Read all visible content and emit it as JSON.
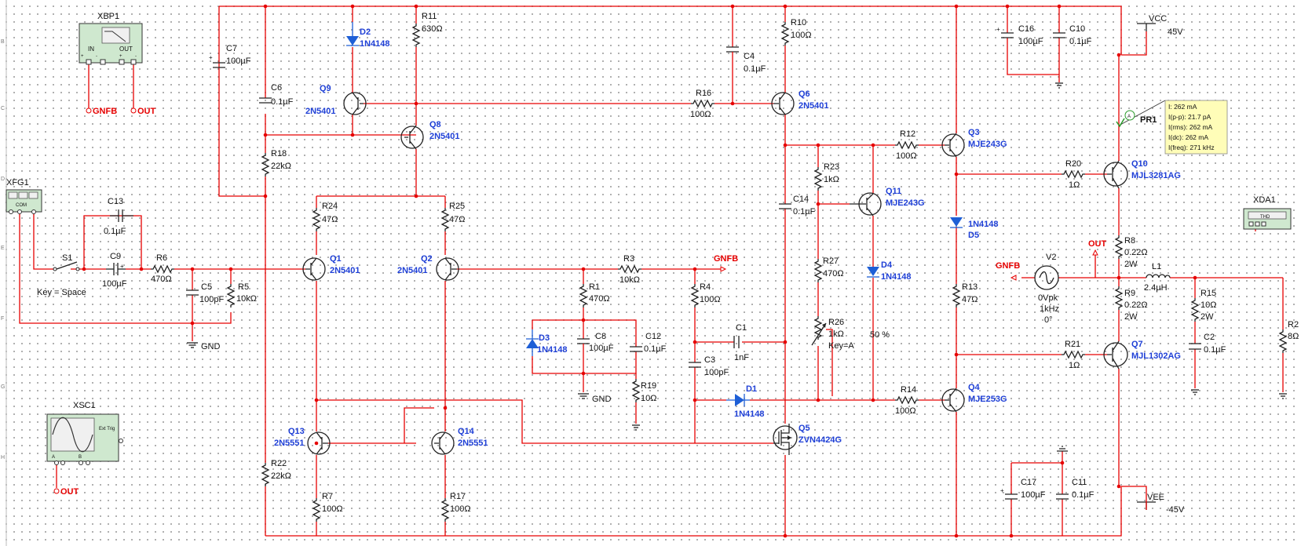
{
  "instruments": {
    "xbp1": {
      "name": "XBP1",
      "in": "IN",
      "out": "OUT",
      "plus": "+",
      "minus": "-"
    },
    "xfg1": {
      "name": "XFG1",
      "com": "COM"
    },
    "xsc1": {
      "name": "XSC1",
      "ext_trig": "Ext Trig",
      "a": "A",
      "b": "B"
    },
    "xda1": {
      "name": "XDA1",
      "thd": "THD"
    },
    "pr1": {
      "name": "PR1",
      "symbol": "A",
      "lines": [
        "I: 262 mA",
        "I(p-p): 21.7 pA",
        "I(rms): 262 mA",
        "I(dc): 262 mA",
        "I(freq): 271 kHz"
      ]
    }
  },
  "net_labels": {
    "gnfb_left": "GNFB",
    "out_left": "OUT",
    "gnd_left": "GND",
    "out_scope": "OUT",
    "gnfb_mid": "GNFB",
    "gnd_mid": "GND",
    "gnfb_right": "GNFB",
    "out_right": "OUT",
    "vcc": "VCC",
    "vcc_value": "45V",
    "vee": "VEE",
    "vee_value": "-45V"
  },
  "switch": {
    "name": "S1",
    "key": "Key = Space"
  },
  "components": {
    "C7": {
      "ref": "C7",
      "value": "100µF"
    },
    "C6": {
      "ref": "C6",
      "value": "0.1µF"
    },
    "D2": {
      "ref": "D2",
      "value": "1N4148"
    },
    "R11": {
      "ref": "R11",
      "value": "630Ω"
    },
    "Q9": {
      "ref": "Q9",
      "value": "2N5401"
    },
    "Q8": {
      "ref": "Q8",
      "value": "2N5401"
    },
    "R18": {
      "ref": "R18",
      "value": "22kΩ"
    },
    "C4": {
      "ref": "C4",
      "value": "0.1µF"
    },
    "R16": {
      "ref": "R16",
      "value": "100Ω"
    },
    "R10": {
      "ref": "R10",
      "value": "100Ω"
    },
    "Q6": {
      "ref": "Q6",
      "value": "2N5401"
    },
    "C16": {
      "ref": "C16",
      "value": "100µF"
    },
    "C10": {
      "ref": "C10",
      "value": "0.1µF"
    },
    "C13": {
      "ref": "C13",
      "value": "0.1µF"
    },
    "C9": {
      "ref": "C9",
      "value": "100µF"
    },
    "R6": {
      "ref": "R6",
      "value": "470Ω"
    },
    "C5": {
      "ref": "C5",
      "value": "100pF"
    },
    "R5": {
      "ref": "R5",
      "value": "10kΩ"
    },
    "R24": {
      "ref": "R24",
      "value": "47Ω"
    },
    "R25": {
      "ref": "R25",
      "value": "47Ω"
    },
    "Q1": {
      "ref": "Q1",
      "value": "2N5401"
    },
    "Q2": {
      "ref": "Q2",
      "value": "2N5401"
    },
    "R3": {
      "ref": "R3",
      "value": "10kΩ"
    },
    "R1": {
      "ref": "R1",
      "value": "470Ω"
    },
    "R4": {
      "ref": "R4",
      "value": "100Ω"
    },
    "D3": {
      "ref": "D3",
      "value": "1N4148"
    },
    "C8": {
      "ref": "C8",
      "value": "100µF"
    },
    "C12": {
      "ref": "C12",
      "value": "0.1µF"
    },
    "R19": {
      "ref": "R19",
      "value": "10Ω"
    },
    "C1": {
      "ref": "C1",
      "value": "1nF"
    },
    "C3": {
      "ref": "C3",
      "value": "100pF"
    },
    "D1": {
      "ref": "D1",
      "value": "1N4148"
    },
    "Q13": {
      "ref": "Q13",
      "value": "2N5551"
    },
    "Q14": {
      "ref": "Q14",
      "value": "2N5551"
    },
    "R22": {
      "ref": "R22",
      "value": "22kΩ"
    },
    "R7": {
      "ref": "R7",
      "value": "100Ω"
    },
    "R17": {
      "ref": "R17",
      "value": "100Ω"
    },
    "Q5": {
      "ref": "Q5",
      "value": "ZVN4424G"
    },
    "R12": {
      "ref": "R12",
      "value": "100Ω"
    },
    "R23": {
      "ref": "R23",
      "value": "1kΩ"
    },
    "C14": {
      "ref": "C14",
      "value": "0.1µF"
    },
    "Q11": {
      "ref": "Q11",
      "value": "MJE243G"
    },
    "R27": {
      "ref": "R27",
      "value": "470Ω"
    },
    "D4": {
      "ref": "D4",
      "value": "1N4148"
    },
    "R26": {
      "ref": "R26",
      "value": "1kΩ",
      "key": "Key=A",
      "percent": "50 %"
    },
    "R14": {
      "ref": "R14",
      "value": "100Ω"
    },
    "Q3": {
      "ref": "Q3",
      "value": "MJE243G"
    },
    "Q4": {
      "ref": "Q4",
      "value": "MJE253G"
    },
    "D5": {
      "ref": "D5",
      "value": "1N4148"
    },
    "R13": {
      "ref": "R13",
      "value": "47Ω"
    },
    "R20": {
      "ref": "R20",
      "value": "1Ω"
    },
    "Q10": {
      "ref": "Q10",
      "value": "MJL3281AG"
    },
    "R8": {
      "ref": "R8",
      "value": "0.22Ω",
      "power": "2W"
    },
    "V2": {
      "ref": "V2",
      "line1": "0Vpk",
      "line2": "1kHz",
      "line3": "0°"
    },
    "L1": {
      "ref": "L1",
      "value": "2.4µH"
    },
    "R9": {
      "ref": "R9",
      "value": "0.22Ω",
      "power": "2W"
    },
    "R15": {
      "ref": "R15",
      "value": "10Ω",
      "power": "2W"
    },
    "C2": {
      "ref": "C2",
      "value": "0.1µF"
    },
    "R2": {
      "ref": "R2",
      "value": "8Ω"
    },
    "R21": {
      "ref": "R21",
      "value": "1Ω"
    },
    "Q7": {
      "ref": "Q7",
      "value": "MJL1302AG"
    },
    "C17": {
      "ref": "C17",
      "value": "100µF"
    },
    "C11": {
      "ref": "C11",
      "value": "0.1µF"
    }
  },
  "sheet_border": {
    "rows": [
      "B",
      "C",
      "D",
      "E",
      "F",
      "G",
      "H"
    ]
  },
  "colors": {
    "wire": "#e60000",
    "part": "#222222",
    "part_label": "#1e3fd6",
    "net_label": "#e60000",
    "grid_dot": "#9a9a9a",
    "probe_bg": "#fffdb8"
  }
}
